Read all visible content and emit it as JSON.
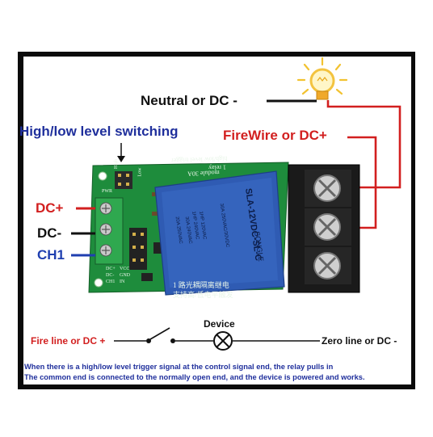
{
  "labels": {
    "neutral": "Neutral or DC -",
    "high_low": "High/low level switching",
    "firewire": "FireWire or DC+",
    "dc_plus": "DC+",
    "dc_minus": "DC-",
    "ch1": "CH1",
    "fire_line": "Fire line or DC +",
    "device": "Device",
    "zero_line": "Zero line or DC -"
  },
  "description": {
    "line1": "When there is a high/low level trigger signal at the control signal end, the relay pulls in",
    "line2": "The common end is connected to the normally open end, and the device is powered and works."
  },
  "board": {
    "silk_title1": "1 relay",
    "silk_title2": "module 30A",
    "silk_title3": "high/low level trigger",
    "low": "Low",
    "high": "High",
    "pwr": "PWR",
    "pins": [
      "DC+",
      "DC-",
      "CH1"
    ],
    "pin_pairs": [
      "VCC",
      "GND",
      "IN"
    ],
    "chinese1": "1 路光耦隔离继电",
    "chinese2": "支持高/低电平触发"
  },
  "relay": {
    "model": "SLA-12VDC-SL-C",
    "brand": "SONGLE",
    "spec1": "30A 250VAC/30VDC",
    "spec2": "30A 240VAC",
    "spec3": "20A 250VAC",
    "spec4": "1HP 120VAC",
    "spec5": "1HP 240VAC"
  },
  "colors": {
    "frame": "#0b0b0b",
    "panel": "#ffffff",
    "board": "#1e8c3c",
    "relay": "#2f5bb3",
    "terminal": "#1a1a1a",
    "wire_red": "#d21f1f",
    "wire_black": "#111111",
    "wire_blue": "#1f3fb0",
    "text_blue": "#1f2f9c",
    "bulb": "#f3c33f"
  },
  "icons": [
    "lightbulb-icon",
    "switch-icon",
    "device-lamp-icon"
  ]
}
